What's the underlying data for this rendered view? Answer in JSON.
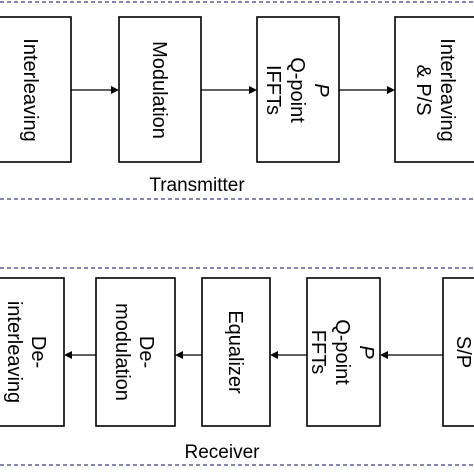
{
  "transmitter": {
    "title": "Transmitter",
    "blocks": [
      {
        "lines": [
          {
            "text": "Interleaving",
            "italic": false
          }
        ]
      },
      {
        "lines": [
          {
            "text": "Modulation",
            "italic": false
          }
        ]
      },
      {
        "lines": [
          {
            "text": "P",
            "italic": true
          },
          {
            "text": "Q-point",
            "italic": false
          },
          {
            "text": "IFFTs",
            "italic": false
          }
        ]
      },
      {
        "lines": [
          {
            "text": "Interleaving",
            "italic": false
          },
          {
            "text": "& P/S",
            "italic": false
          }
        ]
      }
    ]
  },
  "receiver": {
    "title": "Receiver",
    "blocks": [
      {
        "lines": [
          {
            "text": "De-",
            "italic": false
          },
          {
            "text": "interleaving",
            "italic": false
          }
        ]
      },
      {
        "lines": [
          {
            "text": "De-",
            "italic": false
          },
          {
            "text": "modulation",
            "italic": false
          }
        ]
      },
      {
        "lines": [
          {
            "text": "Equalizer",
            "italic": false
          }
        ]
      },
      {
        "lines": [
          {
            "text": "P",
            "italic": true
          },
          {
            "text": "Q-point",
            "italic": false
          },
          {
            "text": "FFTs",
            "italic": false
          }
        ]
      },
      {
        "lines": [
          {
            "text": "S/P",
            "italic": false
          }
        ]
      }
    ]
  },
  "colors": {
    "boundary": "#3b3b8f",
    "stroke": "#000000"
  }
}
